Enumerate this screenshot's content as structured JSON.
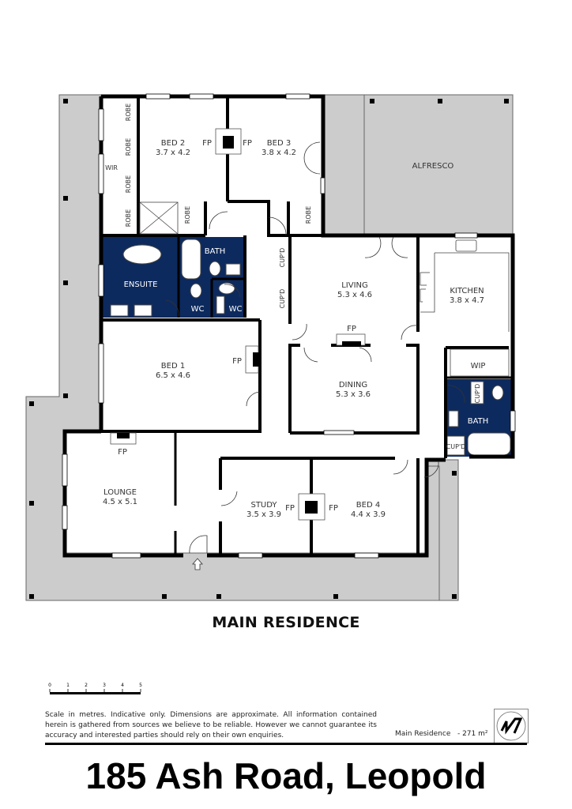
{
  "plan_title": "MAIN RESIDENCE",
  "address": "185 Ash Road, Leopold",
  "colors": {
    "wall": "#000000",
    "deck": "#cccccc",
    "wet_area": "#0d2a5e",
    "floor": "#ffffff",
    "label": "#333333"
  },
  "rooms": [
    {
      "id": "bed2",
      "name": "BED 2",
      "dims": "3.7 x 4.2"
    },
    {
      "id": "bed3",
      "name": "BED 3",
      "dims": "3.8 x 4.2"
    },
    {
      "id": "alfresco",
      "name": "ALFRESCO",
      "dims": ""
    },
    {
      "id": "ensuite",
      "name": "ENSUITE",
      "dims": ""
    },
    {
      "id": "bath1",
      "name": "BATH",
      "dims": ""
    },
    {
      "id": "wc1",
      "name": "WC",
      "dims": ""
    },
    {
      "id": "wc2",
      "name": "WC",
      "dims": ""
    },
    {
      "id": "living",
      "name": "LIVING",
      "dims": "5.3 x 4.6"
    },
    {
      "id": "kitchen",
      "name": "KITCHEN",
      "dims": "3.8 x 4.7"
    },
    {
      "id": "wip",
      "name": "WIP",
      "dims": ""
    },
    {
      "id": "bath2",
      "name": "BATH",
      "dims": ""
    },
    {
      "id": "bed1",
      "name": "BED 1",
      "dims": "6.5 x 4.6"
    },
    {
      "id": "dining",
      "name": "DINING",
      "dims": "5.3 x 3.6"
    },
    {
      "id": "lounge",
      "name": "LOUNGE",
      "dims": "4.5 x 5.1"
    },
    {
      "id": "study",
      "name": "STUDY",
      "dims": "3.5 x 3.9"
    },
    {
      "id": "bed4",
      "name": "BED 4",
      "dims": "4.4 x 3.9"
    }
  ],
  "fixtures": {
    "robe": "ROBE",
    "wir": "WIR",
    "cupd": "CUP'D",
    "fireplace": "FP"
  },
  "scale_bar": {
    "ticks": [
      "0",
      "1",
      "2",
      "3",
      "4",
      "5"
    ],
    "unit": "metres"
  },
  "disclaimer": "Scale in metres. Indicative only. Dimensions are approximate.  All information contained herein is gathered from sources we believe to be reliable. However we cannot guarantee its accuracy and interested parties should rely on their own enquiries.",
  "area_label": "Main Residence",
  "area_value": "- 271 m²",
  "compass": "north-arrow-icon"
}
